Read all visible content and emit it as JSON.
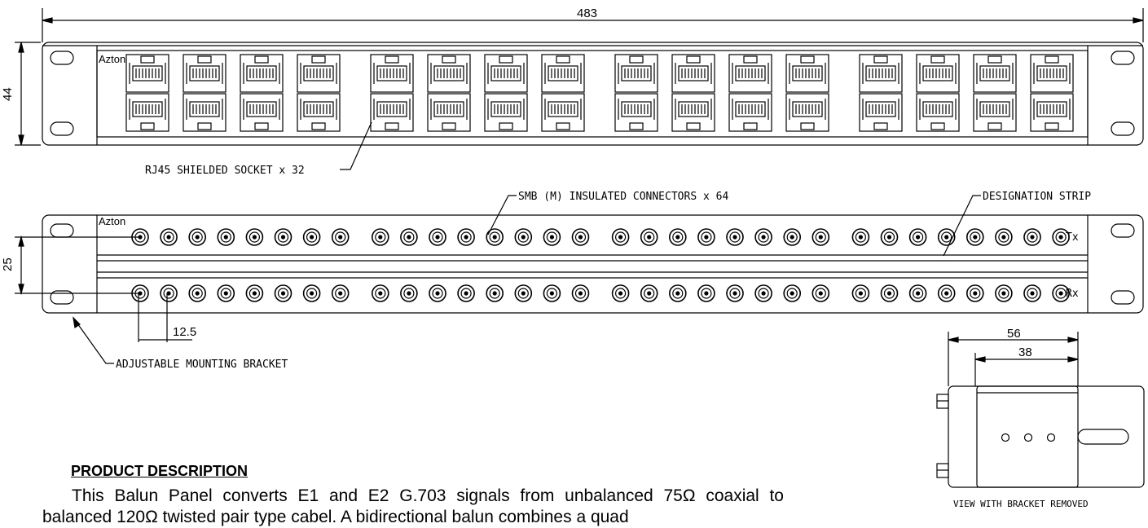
{
  "dimensions": {
    "overall_width": "483",
    "panel_height": "44",
    "row_spacing": "25",
    "connector_pitch": "12.5",
    "depth": "56",
    "inner_depth": "38"
  },
  "brand": "Azton",
  "callouts": {
    "rj45": "RJ45 SHIELDED SOCKET x 32",
    "smb": "SMB (M) INSULATED CONNECTORS x 64",
    "designation": "DESIGNATION STRIP",
    "bracket": "ADJUSTABLE MOUNTING BRACKET",
    "bracket_removed": "VIEW WITH BRACKET REMOVED"
  },
  "row_labels": {
    "tx": "Tx",
    "rx": "Rx"
  },
  "counts": {
    "rj45_sockets": 32,
    "smb_connectors": 64
  },
  "section": {
    "heading": "PRODUCT DESCRIPTION",
    "body": "This Balun Panel converts E1 and E2 G.703 signals from unbalanced 75Ω coaxial to balanced 120Ω twisted pair type cabel. A bidirectional balun combines a quad"
  }
}
